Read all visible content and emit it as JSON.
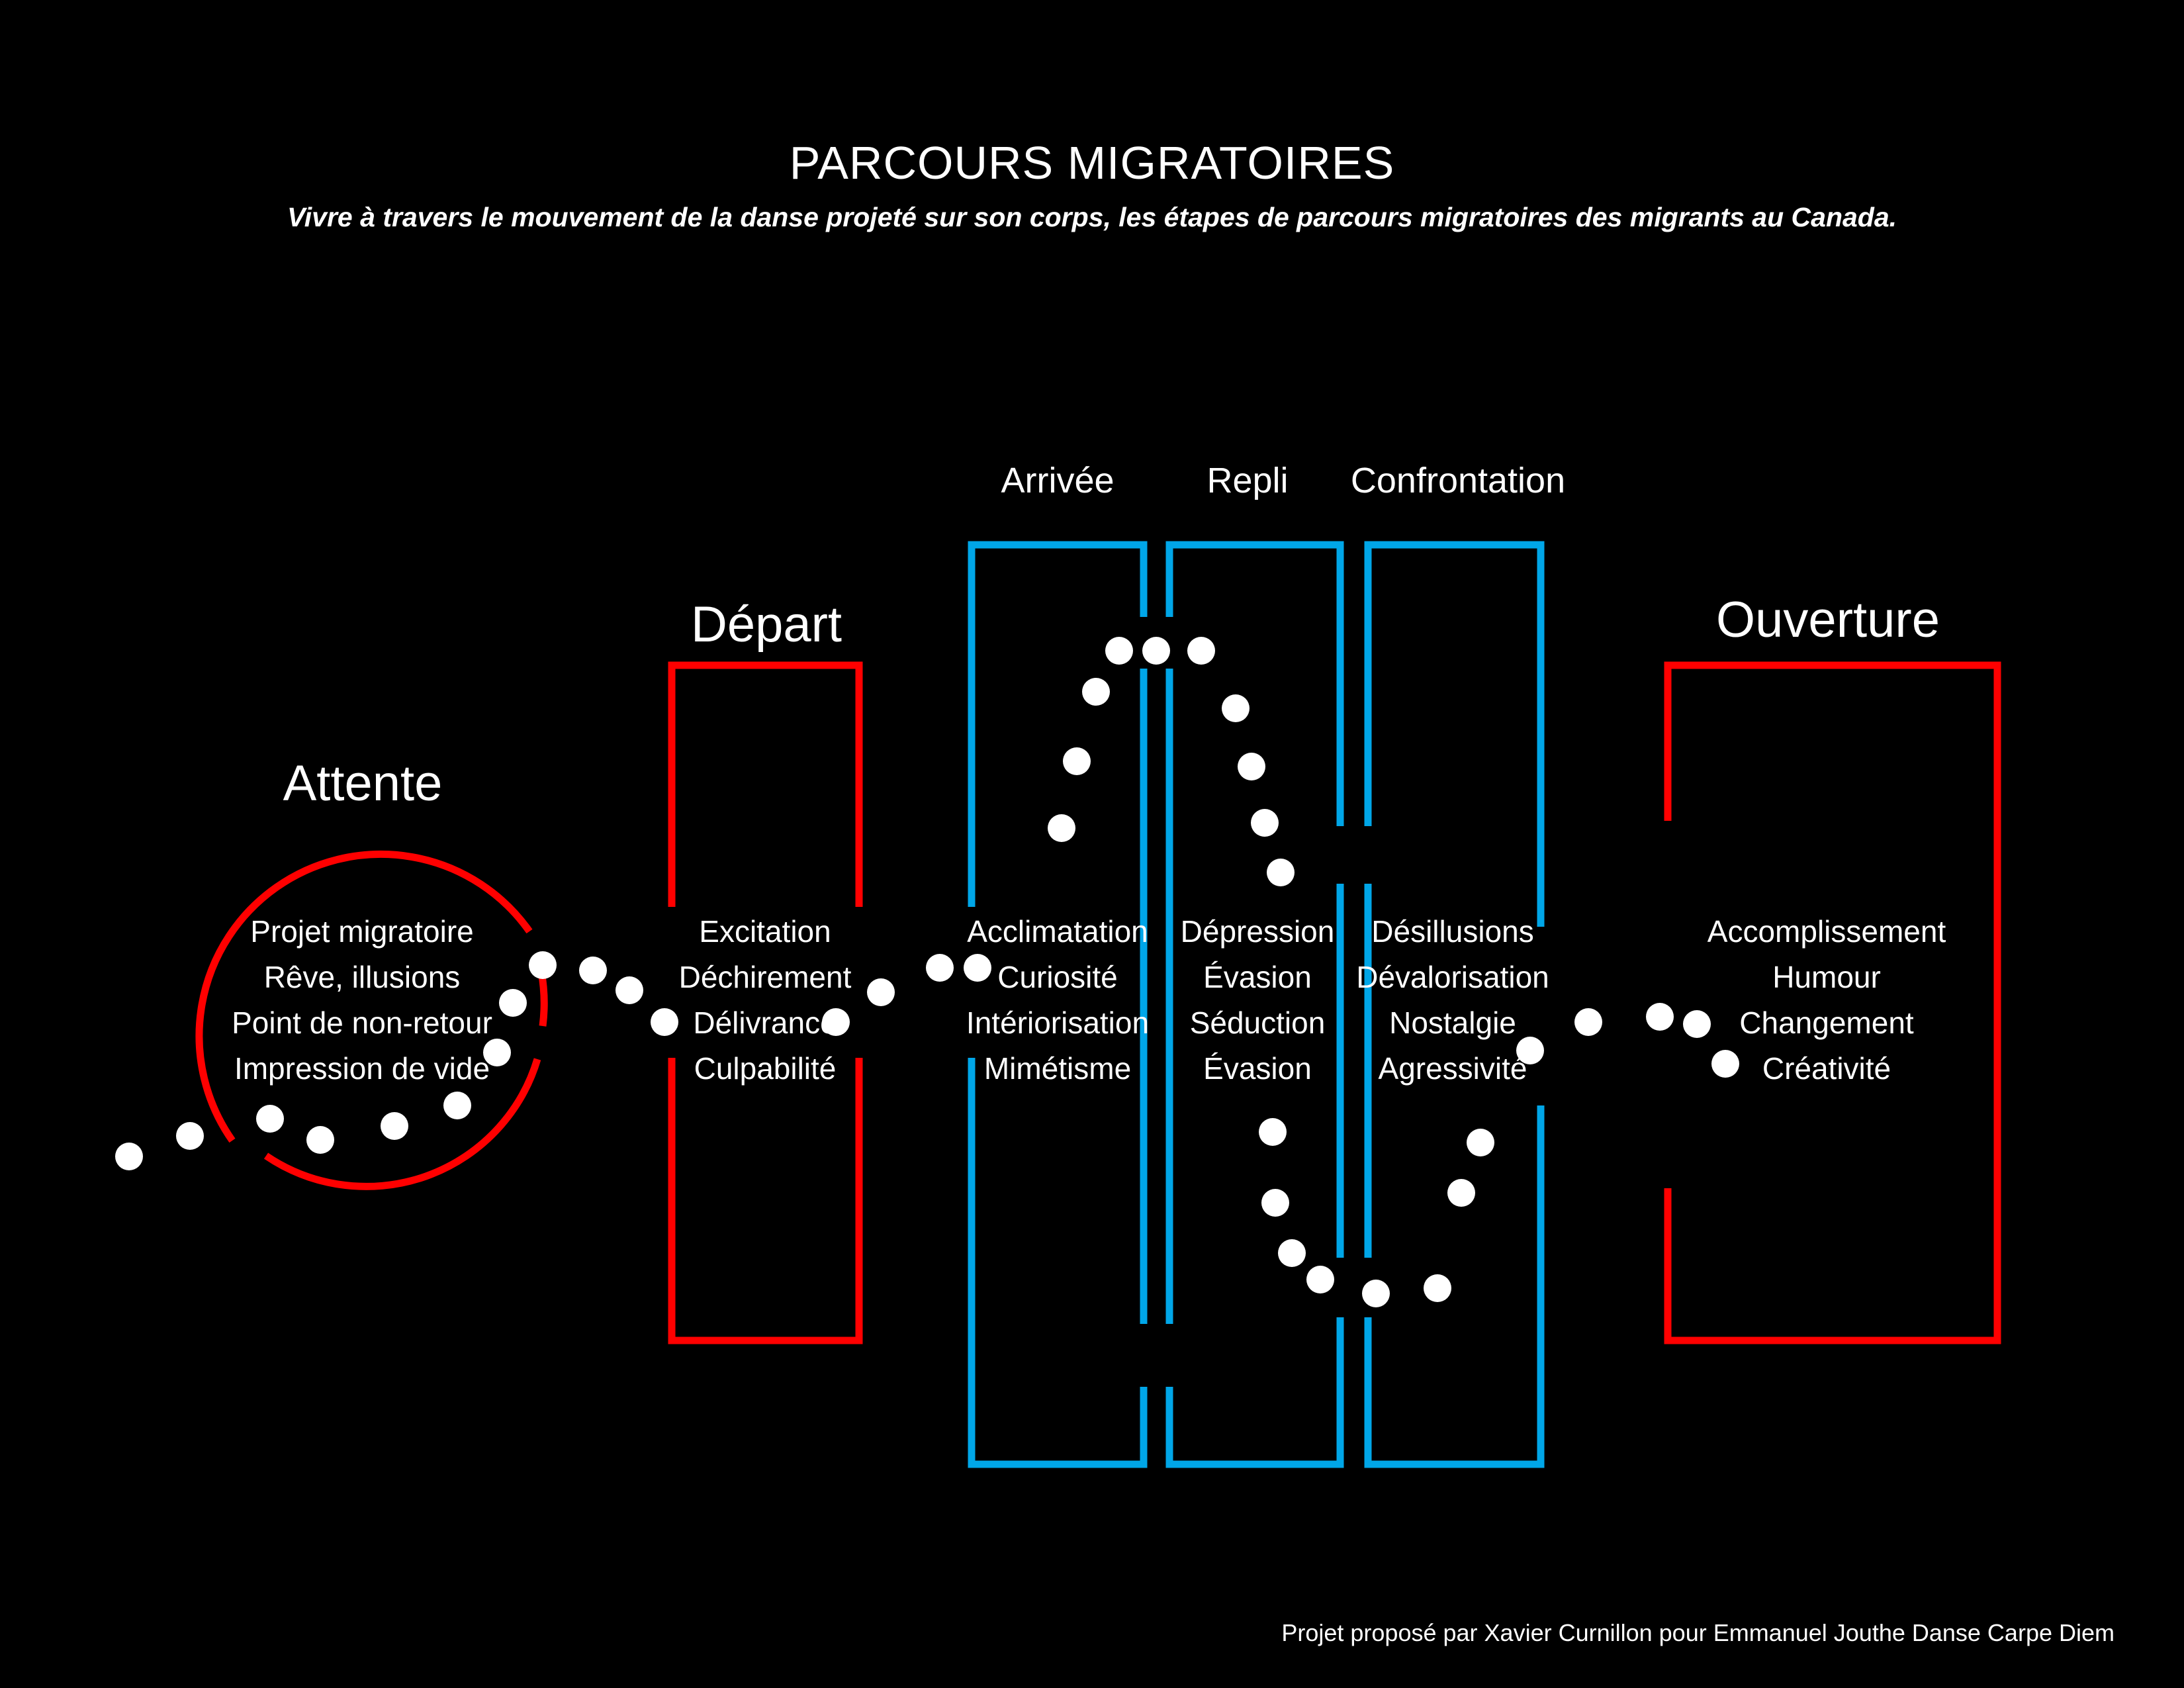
{
  "header": {
    "title": "PARCOURS MIGRATOIRES",
    "subtitle": "Vivre à travers le mouvement de la danse projeté sur son corps, les étapes de parcours migratoires des migrants au Canada."
  },
  "stages": {
    "attente": {
      "title": "Attente",
      "words": [
        "Projet migratoire",
        "Rêve, illusions",
        "Point de non-retour",
        "Impression de vide"
      ]
    },
    "depart": {
      "title": "Départ",
      "words": [
        "Excitation",
        "Déchirement",
        "Délivrance",
        "Culpabilité"
      ]
    },
    "arrivee": {
      "title": "Arrivée",
      "words": [
        "Acclimatation",
        "Curiosité",
        "Intériorisation",
        "Mimétisme"
      ]
    },
    "repli": {
      "title": "Repli",
      "words": [
        "Dépression",
        "Évasion",
        "Séduction",
        "Évasion"
      ]
    },
    "confrontation": {
      "title": "Confrontation",
      "words": [
        "Désillusions",
        "Dévalorisation",
        "Nostalgie",
        "Agressivité"
      ]
    },
    "ouverture": {
      "title": "Ouverture",
      "words": [
        "Accomplissement",
        "Humour",
        "Changement",
        "Créativité"
      ]
    }
  },
  "footer": {
    "credit": "Projet proposé  par Xavier Curnillon pour Emmanuel Jouthe Danse Carpe Diem"
  },
  "colors": {
    "background": "#000000",
    "red": "#ff0000",
    "blue": "#00a6e8",
    "white": "#ffffff"
  }
}
